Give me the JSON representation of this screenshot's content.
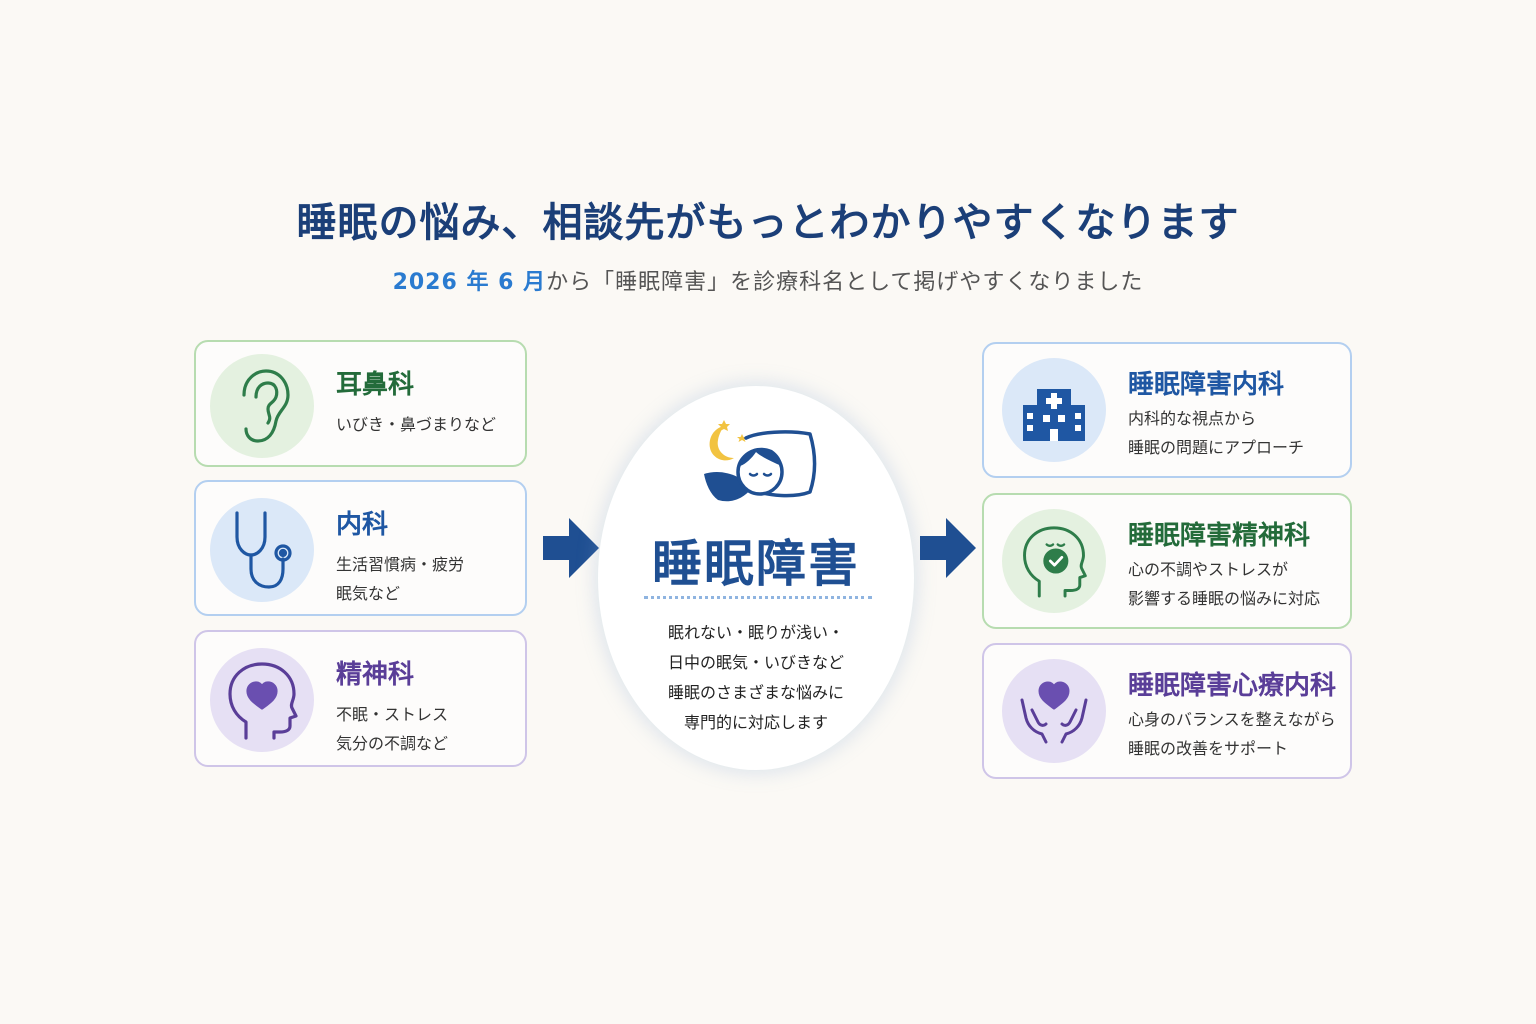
{
  "header": {
    "title": "睡眠の悩み、相談先がもっとわかりやすくなります",
    "subtitle_accent": "2026 年 6 月",
    "subtitle_rest": "から「睡眠障害」を診療科名として掲げやすくなりました"
  },
  "left_cards": [
    {
      "title": "耳鼻科",
      "lines": [
        "いびき・鼻づまりなど"
      ],
      "icon": "ear-icon",
      "color": "#236b3a"
    },
    {
      "title": "内科",
      "lines": [
        "生活習慣病・疲労",
        "眠気など"
      ],
      "icon": "stethoscope-icon",
      "color": "#1f57a3"
    },
    {
      "title": "精神科",
      "lines": [
        "不眠・ストレス",
        "気分の不調など"
      ],
      "icon": "head-heart-icon",
      "color": "#5a3e98"
    }
  ],
  "center": {
    "title": "睡眠障害",
    "lines": [
      "眠れない・眠りが浅い・",
      "日中の眠気・いびきなど",
      "睡眠のさまざまな悩みに",
      "専門的に対応します"
    ],
    "icon": "sleeping-person-icon"
  },
  "right_cards": [
    {
      "title": "睡眠障害内科",
      "lines": [
        "内科的な視点から",
        "睡眠の問題にアプローチ"
      ],
      "icon": "hospital-icon",
      "color": "#1f57a3"
    },
    {
      "title": "睡眠障害精神科",
      "lines": [
        "心の不調やストレスが",
        "影響する睡眠の悩みに対応"
      ],
      "icon": "head-check-icon",
      "color": "#236b3a"
    },
    {
      "title": "睡眠障害心療内科",
      "lines": [
        "心身のバランスを整えながら",
        "睡眠の改善をサポート"
      ],
      "icon": "hands-heart-icon",
      "color": "#5a3e98"
    }
  ],
  "colors": {
    "accent": "#2a7bd0",
    "navy": "#1b3f78",
    "arrow": "#1f4f92"
  }
}
